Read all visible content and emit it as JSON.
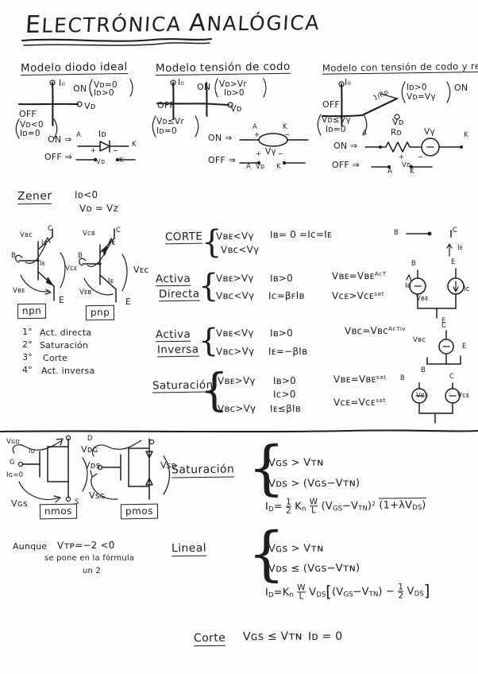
{
  "document": {
    "title": "ELECTRÓNICA ANALÓGICA",
    "title_prefix_e": "E",
    "title_rest": "LECTRÓNICA ",
    "title_a": "A",
    "title_rest2": "NALÓGICA",
    "language": "es",
    "medium": "handwritten-notes"
  },
  "diode_section": {
    "models": [
      {
        "heading": "Modelo diodo ideal",
        "axis_current_label": "I₀",
        "axis_voltage_label": "Vᴅ",
        "on_label": "ON",
        "on_conditions": [
          "Vᴅ=0",
          "Iᴅ>0"
        ],
        "off_label": "OFF",
        "off_conditions": [
          "Vᴅ<0",
          "Iᴅ=0"
        ],
        "on_circuit_label": "ON ⇒",
        "on_circuit_terminals": [
          "A",
          "K"
        ],
        "on_circuit_current": "Iᴅ",
        "off_circuit_label": "OFF ⇒",
        "off_circuit_terminals": [
          "A",
          "K"
        ],
        "off_circuit_voltage": "Vᴅ",
        "off_signs": [
          "+",
          "−"
        ]
      },
      {
        "heading": "Modelo tensión de codo",
        "axis_current_label": "I₀",
        "axis_voltage_label": "Vᴅ",
        "on_label": "ON",
        "on_conditions": [
          "Vᴅ>Vr",
          "Iᴅ>0"
        ],
        "off_label": "OFF",
        "off_conditions": [
          "Vᴅ≤Vr",
          "Iᴅ=0"
        ],
        "on_circuit_label": "ON ⇒",
        "on_circuit_terminals": [
          "A",
          "K"
        ],
        "on_circuit_source": "Vγ",
        "off_circuit_label": "OFF ⇒",
        "off_circuit_terminals": [
          "A",
          "K"
        ],
        "off_circuit_voltage": "Vᴅ",
        "off_signs": [
          "+",
          "−"
        ]
      },
      {
        "heading": "Modelo con tensión de codo y resistencia",
        "axis_current_label": "I₀",
        "axis_voltage_label": "Vᴅ",
        "slope_label": "1/Rᴅ",
        "on_label": "ON",
        "on_conditions": [
          "Iᴅ>0",
          "Vᴅ=Vγ"
        ],
        "off_label": "OFF",
        "off_conditions": [
          "Vᴅ≤Vγ",
          "Iᴅ=0"
        ],
        "on_circuit_label": "ON ⇒",
        "on_circuit_terminals": [
          "A",
          "K"
        ],
        "on_circuit_resistor": "Rᴅ",
        "on_circuit_source": "Vγ",
        "off_circuit_label": "OFF ⇒",
        "off_circuit_terminals": [
          "A",
          "K"
        ],
        "off_circuit_voltage": "Vᴅ",
        "off_signs": [
          "+",
          "−"
        ]
      }
    ],
    "zener": {
      "heading": "Zener",
      "equations": [
        "Iᴅ<0",
        "Vᴅ = Vz"
      ]
    }
  },
  "bjt_section": {
    "symbols": [
      {
        "type_label": "npn",
        "terminals": [
          "B",
          "C",
          "E"
        ],
        "currents": [
          "Iᴄ",
          "Iᴇ"
        ],
        "voltages": [
          "Vʙᴄ",
          "Vʙᴇ",
          "Vᴄᴇ"
        ]
      },
      {
        "type_label": "pnp",
        "terminals": [
          "B",
          "C",
          "E"
        ],
        "currents": [
          "Iᴄ",
          "Iᴇ"
        ],
        "voltages": [
          "Vᴄʙ",
          "Vᴇʙ",
          "Vᴇᴄ"
        ]
      }
    ],
    "order_list": {
      "items": [
        {
          "num": "1°",
          "label": "Act. directa"
        },
        {
          "num": "2°",
          "label": "Saturación"
        },
        {
          "num": "3°",
          "label": "Corte"
        },
        {
          "num": "4°",
          "label": "Act. inversa"
        }
      ]
    },
    "regions": [
      {
        "name": "CORTE",
        "name_line2": "",
        "col1": [
          "Vʙᴇ<Vγ",
          "Vʙᴄ<Vγ"
        ],
        "col2": [
          "Iʙ= 0 =Iᴄ=Iᴇ",
          ""
        ],
        "col3": [
          "",
          ""
        ]
      },
      {
        "name": "Activa",
        "name_line2": "Directa",
        "col1": [
          "Vʙᴇ>Vγ",
          "Vʙᴄ<Vγ"
        ],
        "col2": [
          "Iʙ>0",
          "Iᴄ=βꜰIʙ"
        ],
        "col3": [
          "Vʙᴇ=Vʙᴇᴬᶜᵀ",
          "Vᴄᴇ>Vᴄᴇˢᵃᵗ"
        ]
      },
      {
        "name": "Activa",
        "name_line2": "Inversa",
        "col1": [
          "Vʙᴇ<Vγ",
          "Vʙᴄ>Vγ"
        ],
        "col2": [
          "Iʙ>0",
          "Iᴇ=−βIʙ"
        ],
        "col3": [
          "Vʙᴄ=Vʙᴄᴬᶜᵀⁱᵛ",
          ""
        ]
      },
      {
        "name": "Saturación",
        "name_line2": "",
        "col1": [
          "Vʙᴇ>Vγ",
          "Vʙᴄ>Vγ"
        ],
        "col2": [
          "Iʙ>0",
          "Iᴄ>0",
          "Iᴇ≤βIʙ"
        ],
        "col3": [
          "Vʙᴇ=Vʙᴇˢᵃᵗ",
          "Vᴄᴇ=Vᴄᴇˢᵃᵗ"
        ]
      }
    ],
    "circuits": [
      {
        "name": "corte-equivalent",
        "labels": [
          "B",
          "C",
          "Iᴄ",
          "Iᴇ",
          "E"
        ]
      },
      {
        "name": "activa-directa-equivalent",
        "labels": [
          "B",
          "C",
          "E",
          "Vʙᴇ",
          "Iᴄ",
          "Iʙ",
          "E"
        ]
      },
      {
        "name": "activa-inversa-equivalent",
        "labels": [
          "C",
          "B",
          "E",
          "Vʙᴄ"
        ]
      },
      {
        "name": "saturacion-equivalent",
        "labels": [
          "B",
          "C",
          "Vʙᴇ",
          "Vᴄᴇ",
          "E"
        ]
      }
    ]
  },
  "mosfet_section": {
    "symbols": [
      {
        "type_label": "nmos",
        "terminals": [
          "G",
          "D",
          "S"
        ],
        "currents": [
          "Iᴅ",
          "Iɢ=0"
        ],
        "voltages": [
          "Vɢᴅ",
          "Vᴅꜱ",
          "Vɢꜱ"
        ]
      },
      {
        "type_label": "pmos",
        "terminals": [
          "G",
          "D",
          "S"
        ],
        "voltages": [
          "Vᴅɢ",
          "Vꜱᴅ",
          "Vꜱɢ"
        ]
      }
    ],
    "note": {
      "line1_lead": "Aunque",
      "line1_eq": "Vᴛᴘ=−2  <0",
      "line2": "se pone en la fórmula",
      "line3": "un 2"
    },
    "regions": [
      {
        "name": "Saturación",
        "equations": [
          "Vɢꜱ > Vᴛɴ",
          "Vᴅꜱ > (Vɢꜱ−Vᴛɴ)",
          "Iᴅ = ½ Kɴ (W/L) (Vɢꜱ−Vᴛɴ)² (1+λVᴅꜱ)"
        ],
        "eq3_parts": {
          "lhs": "I",
          "lhs_sub": "D",
          "eq": "=",
          "frac_num": "1",
          "frac_den": "2",
          "kn": "K",
          "kn_sub": "n",
          "wl_num": "W",
          "wl_den": "L",
          "paren": "(V",
          "gs": "GS",
          "minus": "−V",
          "tn": "TN",
          "close": ")",
          "sq": "2",
          "lambda_term": "(1+λV",
          "lambda_sub": "DS",
          "lambda_close": ")"
        }
      },
      {
        "name": "Lineal",
        "equations": [
          "Vɢꜱ > Vᴛɴ",
          "Vᴅꜱ ≤ (Vɢꜱ−Vᴛɴ)",
          "Iᴅ = Kɴ (W/L) Vᴅꜱ [(Vɢꜱ−Vᴛɴ) − ½ Vᴅꜱ]"
        ],
        "eq3_parts": {
          "lhs": "I",
          "lhs_sub": "D",
          "eq": "=",
          "kn": "K",
          "kn_sub": "n",
          "wl_num": "W",
          "wl_den": "L",
          "vds": "V",
          "vds_sub": "DS",
          "bracket_open": "[",
          "paren": "(V",
          "gs": "GS",
          "minus": "−V",
          "tn": "TN",
          "close": ")",
          "minus2": "−",
          "frac_num": "1",
          "frac_den": "2",
          "vds2": "V",
          "vds2_sub": "DS",
          "bracket_close": "]"
        }
      },
      {
        "name": "Corte",
        "equations": [
          "Vɢꜱ ≤ Vᴛɴ",
          "Iᴅ = 0"
        ],
        "inline": true
      }
    ]
  },
  "colors": {
    "ink": "#1e1e1e",
    "paper": "#fdfdfb",
    "rule": "#262626"
  }
}
